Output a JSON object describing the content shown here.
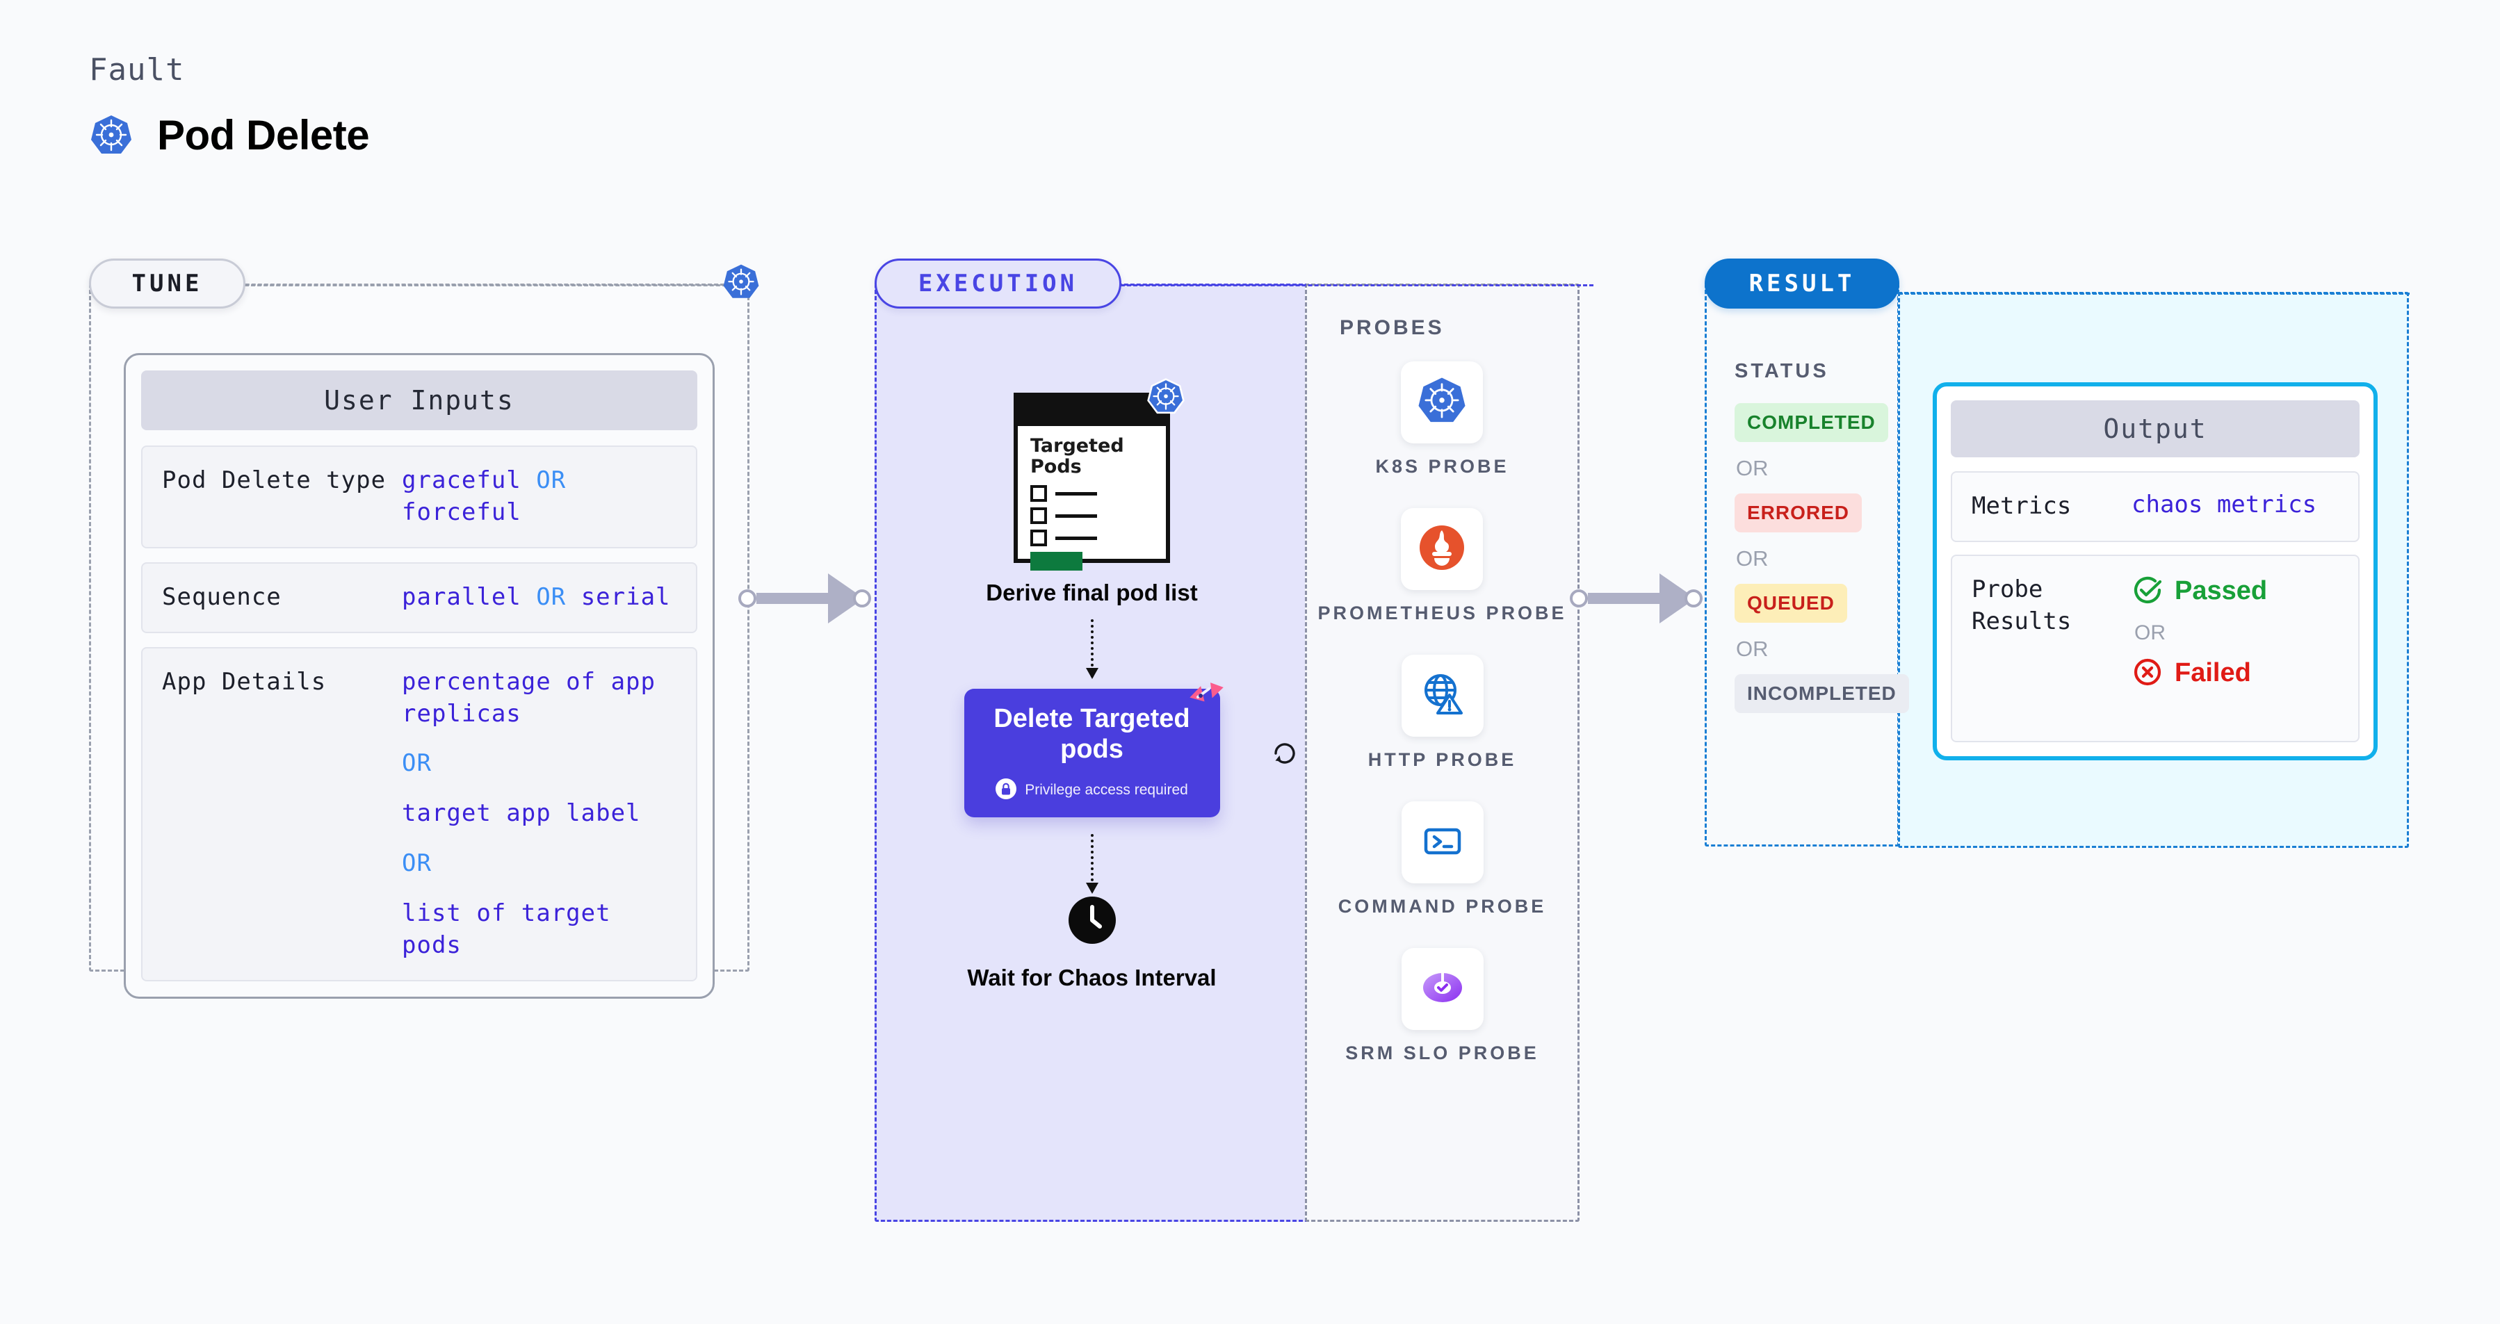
{
  "header": {
    "kicker": "Fault",
    "title": "Pod Delete",
    "icon": "kubernetes-icon"
  },
  "sections": {
    "tune": {
      "pill": "TUNE"
    },
    "execution": {
      "pill": "EXECUTION"
    },
    "result": {
      "pill": "RESULT"
    }
  },
  "tune": {
    "card_title": "User Inputs",
    "rows": [
      {
        "key": "Pod Delete type",
        "value": "graceful",
        "or": "OR",
        "value2": "forceful"
      },
      {
        "key": "Sequence",
        "value": "parallel",
        "or": "OR",
        "value2": "serial"
      }
    ],
    "app_details": {
      "key": "App Details",
      "option1": "percentage of app replicas",
      "or1": "OR",
      "option2": "target app label",
      "or2": "OR",
      "option3": "list of target pods"
    }
  },
  "execution": {
    "pods_card": {
      "title": "Targeted Pods",
      "icon": "kubernetes-icon"
    },
    "node1_label": "Derive final pod list",
    "delete_node": {
      "title": "Delete Targeted pods",
      "privilege_note": "Privilege access required",
      "lock_icon": "lock-icon",
      "badge_icon": "litmus-chaos-icon",
      "loop_icon": "refresh-loop-icon"
    },
    "node2_label": "Wait for Chaos Interval",
    "clock_icon": "clock-icon"
  },
  "probes": {
    "title": "PROBES",
    "items": [
      {
        "label": "K8S PROBE",
        "icon": "kubernetes-icon"
      },
      {
        "label": "PROMETHEUS PROBE",
        "icon": "prometheus-icon"
      },
      {
        "label": "HTTP PROBE",
        "icon": "globe-warning-icon"
      },
      {
        "label": "COMMAND PROBE",
        "icon": "terminal-icon"
      },
      {
        "label": "SRM SLO PROBE",
        "icon": "srm-slo-donut-icon"
      }
    ]
  },
  "result": {
    "status_title": "STATUS",
    "statuses": [
      "COMPLETED",
      "ERRORED",
      "QUEUED",
      "INCOMPLETED"
    ],
    "or_label": "OR",
    "output": {
      "card_title": "Output",
      "metrics_key": "Metrics",
      "metrics_value": "chaos metrics",
      "probe_key": "Probe Results",
      "passed": "Passed",
      "failed": "Failed",
      "or_label": "OR",
      "passed_icon": "check-circle-icon",
      "failed_icon": "x-circle-icon"
    }
  },
  "colors": {
    "k8s_blue": "#3a6fd8",
    "execution_purple": "#4945e4",
    "delete_node": "#4a3ede",
    "result_blue": "#0d73cc",
    "output_cyan": "#11b0eb",
    "passed_green": "#18a038",
    "failed_red": "#e01b16",
    "queued_amber": "#fdeeb8",
    "litmus_pink": "#fb5c8d",
    "prometheus_orange": "#e6522c"
  }
}
